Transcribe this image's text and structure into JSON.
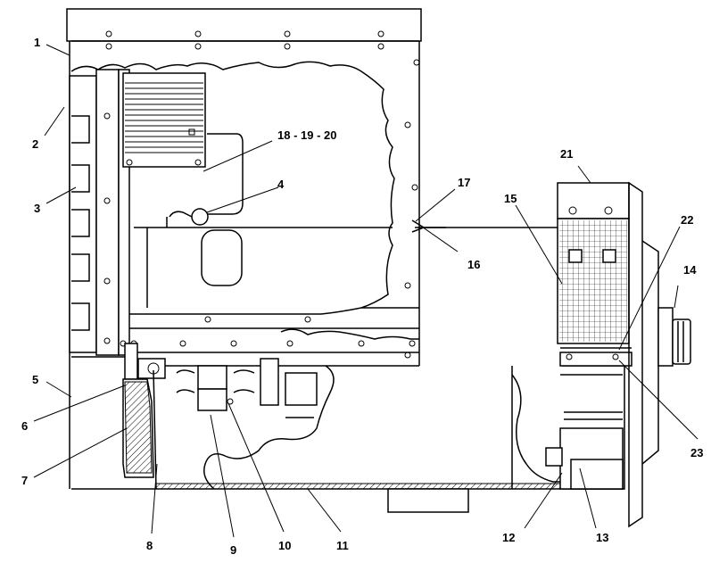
{
  "callouts": [
    {
      "id": "c1",
      "text": "1"
    },
    {
      "id": "c2",
      "text": "2"
    },
    {
      "id": "c3",
      "text": "3"
    },
    {
      "id": "c4",
      "text": "4"
    },
    {
      "id": "c5",
      "text": "5"
    },
    {
      "id": "c6",
      "text": "6"
    },
    {
      "id": "c7",
      "text": "7"
    },
    {
      "id": "c8",
      "text": "8"
    },
    {
      "id": "c9",
      "text": "9"
    },
    {
      "id": "c10",
      "text": "10"
    },
    {
      "id": "c11",
      "text": "11"
    },
    {
      "id": "c12",
      "text": "12"
    },
    {
      "id": "c13",
      "text": "13"
    },
    {
      "id": "c14",
      "text": "14"
    },
    {
      "id": "c15",
      "text": "15"
    },
    {
      "id": "c16",
      "text": "16"
    },
    {
      "id": "c17",
      "text": "17"
    },
    {
      "id": "c18",
      "text": "18 - 19 - 20"
    },
    {
      "id": "c21",
      "text": "21"
    },
    {
      "id": "c22",
      "text": "22"
    },
    {
      "id": "c23",
      "text": "23"
    }
  ],
  "colors": {
    "line": "#000000",
    "background": "#ffffff"
  }
}
